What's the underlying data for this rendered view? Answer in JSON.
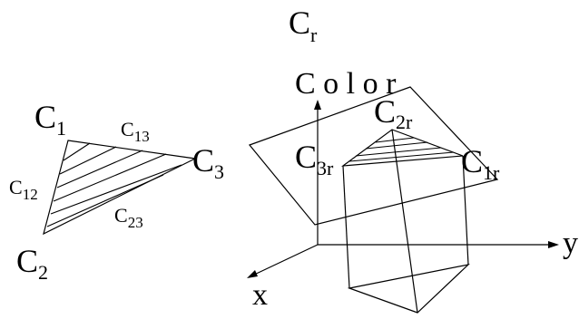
{
  "labels": {
    "cr_main": "C",
    "cr_sub": "r",
    "color_axis": "C o l o r",
    "x_axis": "x",
    "y_axis": "y",
    "c1_main": "C",
    "c1_sub": "1",
    "c2_main": "C",
    "c2_sub": "2",
    "c3_main": "C",
    "c3_sub": "3",
    "c12_main": "C",
    "c12_sub": "12",
    "c13_main": "C",
    "c13_sub": "13",
    "c23_main": "C",
    "c23_sub": "23",
    "c1r_main": "C",
    "c1r_sub": "1r",
    "c2r_main": "C",
    "c2r_sub": "2r",
    "c3r_main": "C",
    "c3r_sub": "3r"
  }
}
